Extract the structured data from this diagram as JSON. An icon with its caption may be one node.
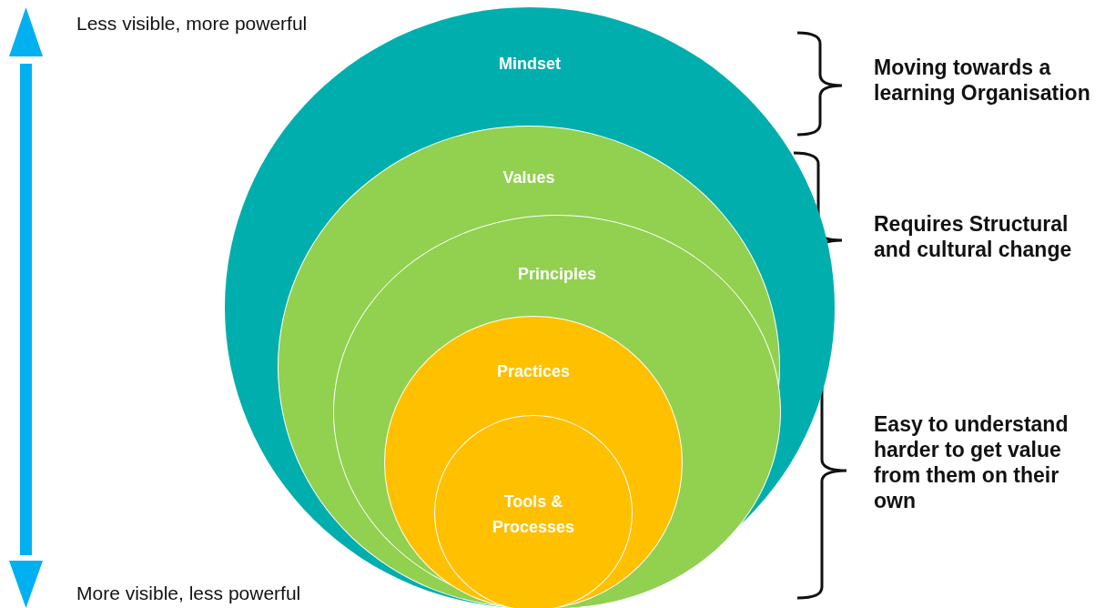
{
  "diagram": {
    "nodes": [
      {
        "text": [
          "Mindset"
        ]
      },
      {
        "text": [
          "Values"
        ],
        "in": 0
      },
      {
        "text": [
          "Principles"
        ],
        "in": 1
      },
      {
        "text": [
          "Practices"
        ],
        "in": 2
      },
      {
        "text": [
          "Tools & Processes"
        ],
        "in": 3
      }
    ],
    "labels": [
      "Less visible, more powerful",
      "Moving towards a learning Organisation",
      "Requires Structural and cultural change",
      "Easy to understand harder to get value from them on their own",
      "More visible, less powerful"
    ]
  }
}
